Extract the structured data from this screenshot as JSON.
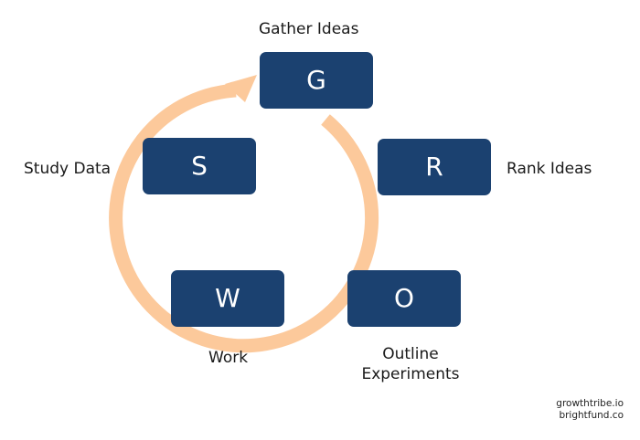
{
  "colors": {
    "node_fill": "#1b4170",
    "cycle_arrow": "#fcc99b",
    "node_text": "#ffffff",
    "label_text": "#1a1a1a"
  },
  "cycle": {
    "direction": "clockwise",
    "steps": [
      {
        "letter": "G",
        "label": "Gather Ideas"
      },
      {
        "letter": "R",
        "label": "Rank Ideas"
      },
      {
        "letter": "O",
        "label": "Outline Experiments"
      },
      {
        "letter": "W",
        "label": "Work"
      },
      {
        "letter": "S",
        "label": "Study Data"
      }
    ]
  },
  "credits": [
    "growthtribe.io",
    "brightfund.co"
  ]
}
